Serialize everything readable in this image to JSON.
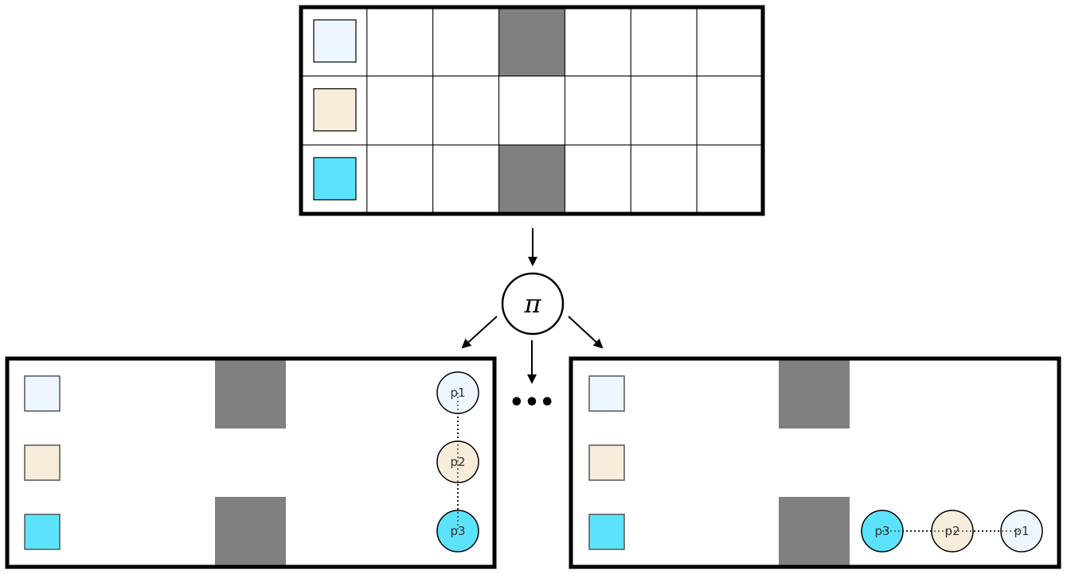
{
  "colors": {
    "p1": "#eef6ff",
    "p2": "#f8ecdb",
    "p3": "#5ce3fb",
    "wall": "#808080"
  },
  "grid": {
    "rows": 3,
    "cols": 7,
    "swatches": [
      "p1",
      "p2",
      "p3"
    ],
    "walls": [
      [
        0,
        3
      ],
      [
        2,
        3
      ]
    ]
  },
  "policy": {
    "symbol": "π"
  },
  "ellipsis": "•••",
  "outcomes": [
    {
      "goals": [
        "p1",
        "p2",
        "p3"
      ],
      "agents": [
        {
          "label": "p1",
          "color": "p1"
        },
        {
          "label": "p2",
          "color": "p2"
        },
        {
          "label": "p3",
          "color": "p3"
        }
      ]
    },
    {
      "goals": [
        "p1",
        "p2",
        "p3"
      ],
      "agents": [
        {
          "label": "p3",
          "color": "p3"
        },
        {
          "label": "p2",
          "color": "p2"
        },
        {
          "label": "p1",
          "color": "p1"
        }
      ]
    }
  ]
}
